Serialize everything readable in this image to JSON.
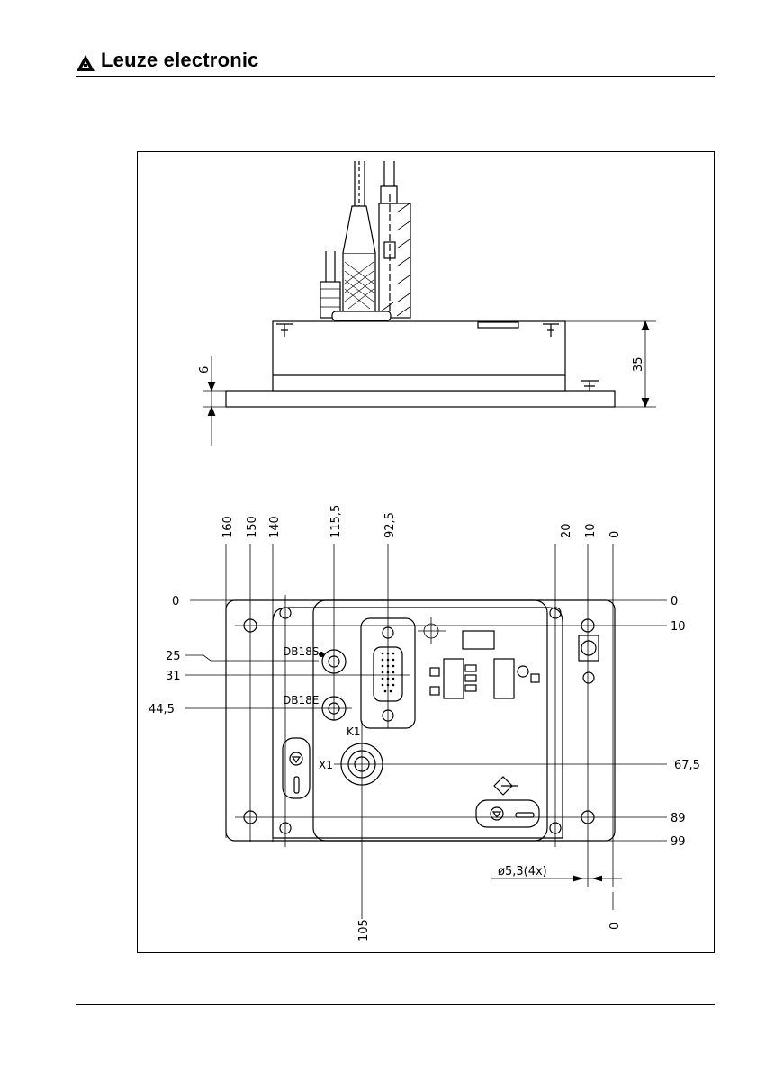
{
  "header": {
    "brand": "Leuze electronic"
  },
  "icons": {
    "logo": "leuze-logo-icon",
    "earth": "earth-icon",
    "bidirectional": "bidirectional-arrow-icon",
    "optical": "optical-symbol-icon"
  },
  "side_view": {
    "dim_height": "35",
    "dim_plate": "6"
  },
  "top_view": {
    "x_dims": [
      "160",
      "150",
      "140",
      "115,5",
      "92,5",
      "20",
      "10",
      "0"
    ],
    "y_dims_left": [
      "0",
      "25",
      "31",
      "44,5"
    ],
    "y_dims_right": [
      "0",
      "10",
      "67,5",
      "89",
      "99"
    ],
    "bottom_x": "105",
    "bottom_zero": "0",
    "hole_note": "ø5,3(4x)",
    "connectors": {
      "db18s": "DB18S",
      "db18e": "DB18E",
      "k1": "K1",
      "x1": "X1"
    }
  }
}
